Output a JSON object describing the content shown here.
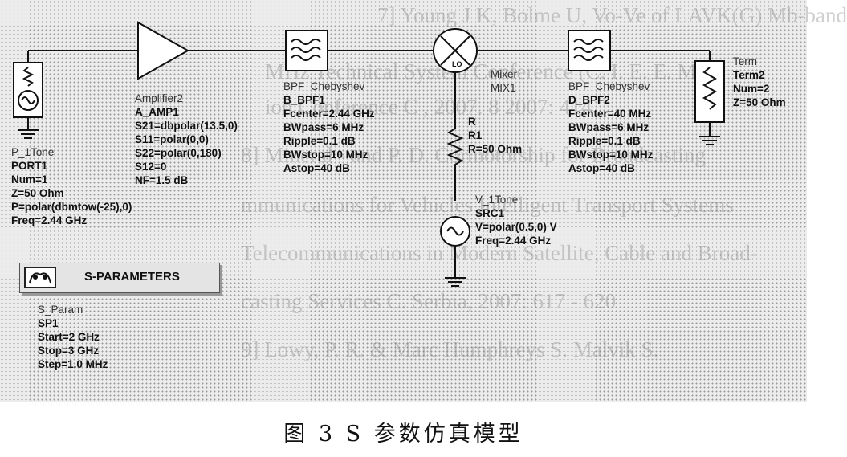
{
  "background_text": [
    "7] Young J K, Bolme U, Vo-Ve of LAVK(G) Mb-band",
    "MHz Technical System Conference (C. I. E. E. M.",
    "ion Conference C , 2007. 8 2007: 414",
    "8] Mineral - and P. D. Cormotorship for Broadcasting",
    "mmunications for Vehicles Intelligent Transport Systems",
    "Telecommunications in Modern Satellite, Cable and Broad-",
    "casting Services C. Serbia, 2007: 617 - 620",
    "9] Lowy, P. R. & Marc Humphreys S. Malvik S."
  ],
  "port1": {
    "lines": [
      "P_1Tone",
      "PORT1",
      "Num=1",
      "Z=50 Ohm",
      "P=polar(dbmtow(-25),0)",
      "Freq=2.44 GHz"
    ]
  },
  "amp": {
    "lines": [
      "Amplifier2",
      "A_AMP1",
      "S21=dbpolar(13.5,0)",
      "S11=polar(0,0)",
      "S22=polar(0,180)",
      "S12=0",
      "NF=1.5 dB"
    ]
  },
  "bpf1": {
    "lines": [
      "BPF_Chebyshev",
      "B_BPF1",
      "Fcenter=2.44 GHz",
      "BWpass=6 MHz",
      "Ripple=0.1 dB",
      "BWstop=10 MHz",
      "Astop=40 dB"
    ]
  },
  "mixer": {
    "lines": [
      "Mixer",
      "MIX1"
    ],
    "lo_label": "LO"
  },
  "resistor": {
    "lines": [
      "R",
      "R1",
      "R=50 Ohm"
    ]
  },
  "src": {
    "lines": [
      "V_1Tone",
      "SRC1",
      "V=polar(0.5,0) V",
      "Freq=2.44 GHz"
    ]
  },
  "bpf2": {
    "lines": [
      "BPF_Chebyshev",
      "D_BPF2",
      "Fcenter=40 MHz",
      "BWpass=6 MHz",
      "Ripple=0.1 dB",
      "BWstop=10 MHz",
      "Astop=40 dB"
    ]
  },
  "term": {
    "lines": [
      "Term",
      "Term2",
      "Num=2",
      "Z=50 Ohm"
    ]
  },
  "sparam": {
    "title": "S-PARAMETERS",
    "lines": [
      "S_Param",
      "SP1",
      "Start=2 GHz",
      "Stop=3 GHz",
      "Step=1.0 MHz"
    ]
  },
  "caption": "图 3  S 参数仿真模型"
}
